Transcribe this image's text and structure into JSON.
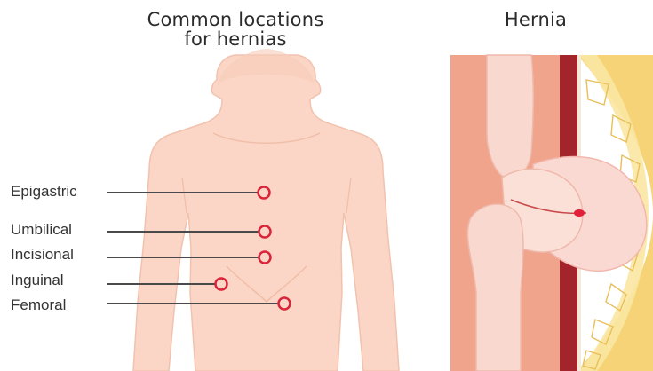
{
  "titles": {
    "left_line1": "Common locations",
    "left_line2": "for hernias",
    "right": "Hernia"
  },
  "locations": [
    {
      "label": "Epigastric"
    },
    {
      "label": "Umbilical"
    },
    {
      "label": "Incisional"
    },
    {
      "label": "Inguinal"
    },
    {
      "label": "Femoral"
    }
  ],
  "colors": {
    "body_fill": "#fbd6c6",
    "body_shade": "#f3c2ad",
    "marker": "#d9243a",
    "leader_line": "#4a4a4a",
    "muscle_layer": "#f0a48c",
    "vessel_layer": "#a3242b",
    "fat_layer": "#f7de8a",
    "intestine": "#f9d9cf"
  }
}
